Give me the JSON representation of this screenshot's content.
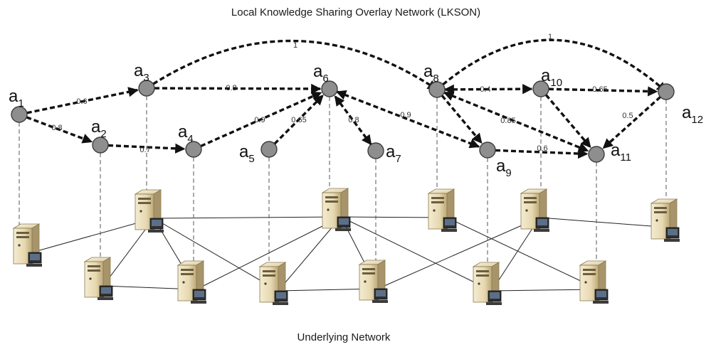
{
  "title": "Local Knowledge Sharing Overlay Network (LKSON)",
  "footer": "Underlying Network",
  "colors": {
    "node_fill": "#8e8e8e",
    "node_stroke": "#3d3d3d",
    "edge": "#111111",
    "server_body": "#e8dcb8"
  },
  "nodes": [
    {
      "id": "a1",
      "label": "a",
      "sub": "1"
    },
    {
      "id": "a2",
      "label": "a",
      "sub": "2"
    },
    {
      "id": "a3",
      "label": "a",
      "sub": "3"
    },
    {
      "id": "a4",
      "label": "a",
      "sub": "4"
    },
    {
      "id": "a5",
      "label": "a",
      "sub": "5"
    },
    {
      "id": "a6",
      "label": "a",
      "sub": "6"
    },
    {
      "id": "a7",
      "label": "a",
      "sub": "7"
    },
    {
      "id": "a8",
      "label": "a",
      "sub": "8"
    },
    {
      "id": "a9",
      "label": "a",
      "sub": "9"
    },
    {
      "id": "a10",
      "label": "a",
      "sub": "10"
    },
    {
      "id": "a11",
      "label": "a",
      "sub": "11"
    },
    {
      "id": "a12",
      "label": "a",
      "sub": "12"
    }
  ],
  "edges": [
    {
      "from": "a1",
      "to": "a3",
      "weight": "0.6"
    },
    {
      "from": "a1",
      "to": "a2",
      "weight": "0.8"
    },
    {
      "from": "a2",
      "to": "a4",
      "weight": "0.7"
    },
    {
      "from": "a3",
      "to": "a6",
      "weight": "0.8"
    },
    {
      "from": "a3",
      "to": "a8",
      "weight": "1"
    },
    {
      "from": "a4",
      "to": "a6",
      "weight": "0.9"
    },
    {
      "from": "a5",
      "to": "a6",
      "weight": "0.65"
    },
    {
      "from": "a7",
      "to": "a6",
      "weight": "0.8"
    },
    {
      "from": "a6",
      "to": "a9",
      "weight": "0.9"
    },
    {
      "from": "a8",
      "to": "a10",
      "weight": "0.4"
    },
    {
      "from": "a8",
      "to": "a12",
      "weight": "1"
    },
    {
      "from": "a8",
      "to": "a11",
      "weight": "0.85"
    },
    {
      "from": "a8",
      "to": "a9",
      "weight": ""
    },
    {
      "from": "a9",
      "to": "a11",
      "weight": "0.6"
    },
    {
      "from": "a10",
      "to": "a12",
      "weight": "0.65"
    },
    {
      "from": "a10",
      "to": "a11",
      "weight": ""
    },
    {
      "from": "a12",
      "to": "a11",
      "weight": "0.5"
    }
  ],
  "servers": [
    "s1",
    "s2",
    "s3",
    "s4",
    "s5",
    "s6",
    "s7",
    "s8",
    "s9",
    "s10",
    "s11",
    "s12"
  ]
}
